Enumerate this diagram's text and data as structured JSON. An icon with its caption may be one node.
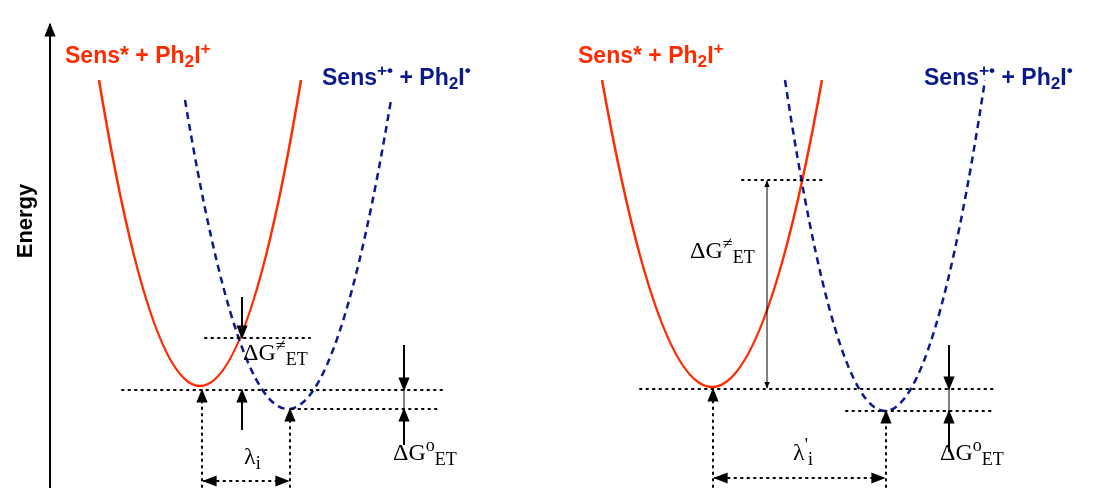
{
  "diagram": {
    "labels": [
      "Energy",
      "Sens* + Ph$_{2}$I$^{+}$",
      "Sens$^{+•}$ + Ph$_{2}$I$^{•}$",
      "Sens* + Ph$_{2}$I$^{+}$",
      "Sens$^{+•}$ + Ph$_{2}$I$^{•}$",
      "ΔG$^{≠}$$_{ET}$",
      "λ$_{i}$",
      "ΔG$^{o}$$_{ET}$",
      "ΔG$^{≠}$$_{ET}$",
      "λ$^{'}$$_{i}$",
      "ΔG$^{o}$$_{ET}$"
    ]
  }
}
